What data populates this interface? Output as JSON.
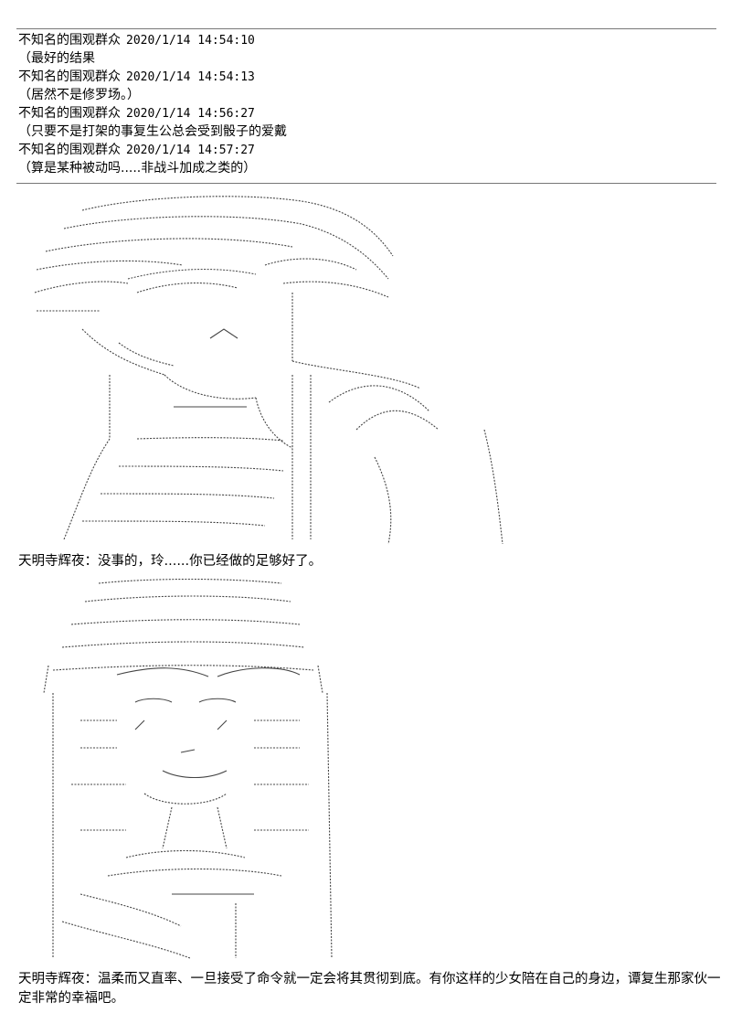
{
  "comments": [
    {
      "name": "不知名的围观群众",
      "time": "2020/1/14 14:54:10",
      "text": "（最好的结果"
    },
    {
      "name": "不知名的围观群众",
      "time": "2020/1/14 14:54:13",
      "text": "（居然不是修罗场。）"
    },
    {
      "name": "不知名的围观群众",
      "time": "2020/1/14 14:56:27",
      "text": "（只要不是打架的事复生公总会受到骰子的爱戴"
    },
    {
      "name": "不知名的围观群众",
      "time": "2020/1/14 14:57:27",
      "text": "（算是某种被动吗.....非战斗加成之类的）"
    }
  ],
  "dialog": [
    {
      "text": "天明寺辉夜：没事的，玲......你已经做的足够好了。"
    },
    {
      "text": "天明寺辉夜：温柔而又直率、一旦接受了命令就一定会将其贯彻到底。有你这样的少女陪在自己的身边，谭复生那家伙一定非常的幸福吧。"
    }
  ]
}
